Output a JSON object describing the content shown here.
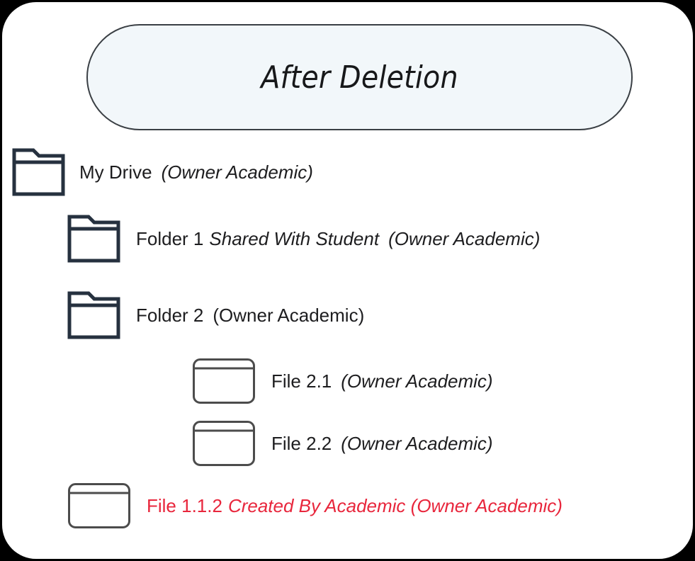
{
  "banner": {
    "title": "After Deletion"
  },
  "colors": {
    "page_background": "#000000",
    "card_background": "#ffffff",
    "banner_fill": "#f2f7fa",
    "banner_border": "#3a3f44",
    "folder_outline": "#26313f",
    "file_outline": "#4c4c4c",
    "text": "#1d1d1f",
    "highlight_red": "#e8263c"
  },
  "tree": {
    "items": [
      {
        "id": "my-drive",
        "icon": "folder-icon",
        "name": "My Drive",
        "qualifier": "",
        "owner": "(Owner Academic)",
        "name_italic": false,
        "qualifier_italic": true,
        "owner_italic": true,
        "highlighted": false,
        "depth": 0
      },
      {
        "id": "folder-1",
        "icon": "folder-icon",
        "name": "Folder 1",
        "qualifier": "Shared With Student",
        "owner": "(Owner Academic)",
        "name_italic": false,
        "qualifier_italic": true,
        "owner_italic": true,
        "highlighted": false,
        "depth": 1
      },
      {
        "id": "folder-2",
        "icon": "folder-icon",
        "name": "Folder 2",
        "qualifier": "",
        "owner": "(Owner Academic)",
        "name_italic": false,
        "qualifier_italic": false,
        "owner_italic": false,
        "highlighted": false,
        "depth": 1
      },
      {
        "id": "file-2-1",
        "icon": "file-icon",
        "name": "File 2.1",
        "qualifier": "",
        "owner": "(Owner Academic)",
        "name_italic": false,
        "qualifier_italic": false,
        "owner_italic": true,
        "highlighted": false,
        "depth": 2
      },
      {
        "id": "file-2-2",
        "icon": "file-icon",
        "name": "File 2.2",
        "qualifier": "",
        "owner": "(Owner Academic)",
        "name_italic": false,
        "qualifier_italic": false,
        "owner_italic": true,
        "highlighted": false,
        "depth": 2
      },
      {
        "id": "file-1-1-2",
        "icon": "file-icon",
        "name": "File 1.1.2",
        "qualifier": "Created By Academic (Owner Academic)",
        "owner": "",
        "name_italic": false,
        "qualifier_italic": true,
        "owner_italic": true,
        "highlighted": true,
        "depth": 1
      }
    ]
  }
}
